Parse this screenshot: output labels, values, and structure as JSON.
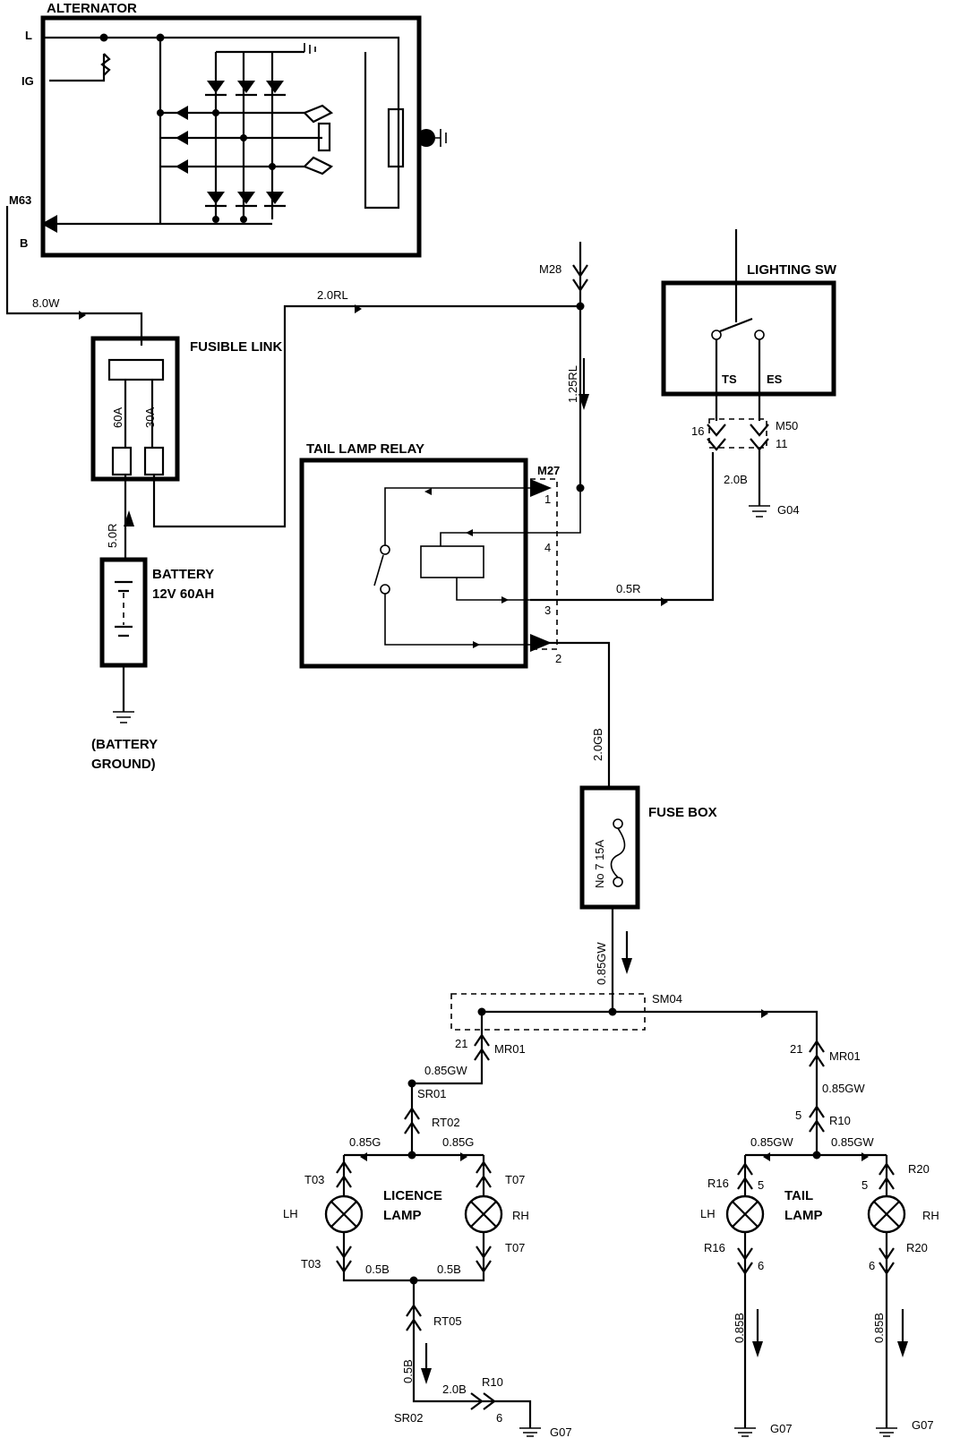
{
  "titles": {
    "alternator": "ALTERNATOR",
    "fusible_link": "FUSIBLE LINK",
    "battery_line1": "BATTERY",
    "battery_line2": "12V 60AH",
    "battery_ground_line1": "(BATTERY",
    "battery_ground_line2": "GROUND)",
    "tail_lamp_relay": "TAIL LAMP RELAY",
    "lighting_sw": "LIGHTING SW",
    "fuse_box": "FUSE BOX",
    "licence_lamp_line1": "LICENCE",
    "licence_lamp_line2": "LAMP",
    "tail_lamp_line1": "TAIL",
    "tail_lamp_line2": "LAMP"
  },
  "alternator": {
    "terminal_l": "L",
    "terminal_ig": "IG",
    "terminal_b": "B",
    "connector": "M63"
  },
  "fusible_link": {
    "fuse_a": "60A",
    "fuse_b": "30A"
  },
  "fuse_box": {
    "fuse": "No 7 15A"
  },
  "lighting_sw": {
    "ts": "TS",
    "es": "ES"
  },
  "relay": {
    "connector": "M27",
    "pin1": "1",
    "pin2": "2",
    "pin3": "3",
    "pin4": "4"
  },
  "connectors": {
    "m28": "M28",
    "m50": "M50",
    "m50_pin16": "16",
    "m50_pin11": "11",
    "g04": "G04",
    "sm04": "SM04",
    "mr01_left": "MR01",
    "mr01_left_pin": "21",
    "mr01_right": "MR01",
    "mr01_right_pin": "21",
    "sr01": "SR01",
    "rt02": "RT02",
    "rt05": "RT05",
    "t03_top": "T03",
    "t03_bot": "T03",
    "t07_top": "T07",
    "t07_bot": "T07",
    "sr02": "SR02",
    "r10_bottom": "R10",
    "r10_bottom_pin": "6",
    "g07_left": "G07",
    "g07_mid": "G07",
    "g07_right": "G07",
    "r10_right": "R10",
    "r10_right_pin": "5",
    "r16_top": "R16",
    "r16_top_pin": "5",
    "r16_bot": "R16",
    "r16_bot_pin": "6",
    "r20_top": "R20",
    "r20_top_pin": "5",
    "r20_bot": "R20",
    "r20_bot_pin": "6",
    "lh_licence": "LH",
    "rh_licence": "RH",
    "lh_tail": "LH",
    "rh_tail": "RH"
  },
  "wires": {
    "w_8_0w": "8.0W",
    "w_2_0rl": "2.0RL",
    "w_1_25rl": "1.25RL",
    "w_5_0r": "5.0R",
    "w_0_5r": "0.5R",
    "w_2_0b_top": "2.0B",
    "w_2_0gb": "2.0GB",
    "w_0_85gw_fuse": "0.85GW",
    "w_0_85gw_left": "0.85GW",
    "w_0_85g_left": "0.85G",
    "w_0_85g_right": "0.85G",
    "w_0_5b_left": "0.5B",
    "w_0_5b_right": "0.5B",
    "w_0_5b_vert": "0.5B",
    "w_2_0b_bottom": "2.0B",
    "w_0_85gw_right_top": "0.85GW",
    "w_0_85gw_tail_left": "0.85GW",
    "w_0_85gw_tail_right": "0.85GW",
    "w_0_85b_tail_left": "0.85B",
    "w_0_85b_tail_right": "0.85B"
  }
}
